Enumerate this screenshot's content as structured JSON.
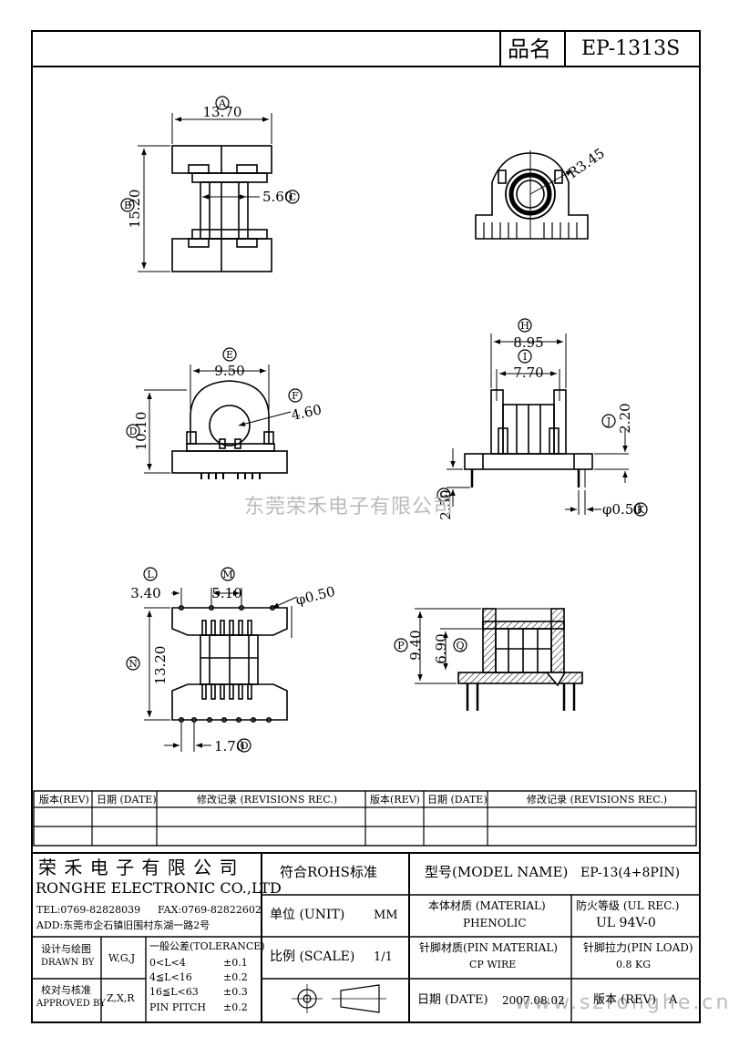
{
  "header": {
    "name_label": "品名",
    "part_number": "EP-1313S"
  },
  "dims": {
    "A": {
      "letter": "A",
      "value": "13.70"
    },
    "B": {
      "letter": "B",
      "value": "15.20"
    },
    "C": {
      "letter": "C",
      "value": "5.60"
    },
    "R": {
      "value": "R3.45"
    },
    "D": {
      "letter": "D",
      "value": "10.10"
    },
    "E": {
      "letter": "E",
      "value": "9.50"
    },
    "F": {
      "letter": "F",
      "value": "4.60"
    },
    "H": {
      "letter": "H",
      "value": "8.95"
    },
    "I": {
      "letter": "I",
      "value": "7.70"
    },
    "J": {
      "letter": "J",
      "value": "2.20"
    },
    "G": {
      "letter": "G",
      "value": "2.50"
    },
    "K": {
      "letter": "K",
      "value": "φ0.50"
    },
    "L": {
      "letter": "L",
      "value": "3.40"
    },
    "M": {
      "letter": "M",
      "value": "5.10"
    },
    "pin": {
      "value": "φ0.50"
    },
    "N": {
      "letter": "N",
      "value": "13.20"
    },
    "O": {
      "letter": "O",
      "value": "1.70"
    },
    "P": {
      "letter": "P",
      "value": "9.40"
    },
    "Q": {
      "letter": "Q",
      "value": "6.90"
    }
  },
  "watermark": {
    "company": "东莞荣禾电子有限公司",
    "url": "www.szronghe.cn"
  },
  "revisions": {
    "rev": "版本(REV)",
    "date": "日期 (DATE)",
    "rec": "修改记录 (REVISIONS REC.)"
  },
  "company": {
    "cn": "荣 禾 电 子 有 限 公 司",
    "en": "RONGHE ELECTRONIC CO.,LTD",
    "tel": "TEL:0769-82828039",
    "fax": "FAX:0769-82822602",
    "add": "ADD:东莞市企石镇旧围村东湖一路2号"
  },
  "drawn": {
    "label1": "设计与绘图",
    "label2": "DRAWN BY",
    "value": "W,G,J"
  },
  "approved": {
    "label1": "校对与核准",
    "label2": "APPROVED BY",
    "value": "Z,X,R"
  },
  "tolerance": {
    "title": "一般公差(TOLERANCE)",
    "rows": [
      {
        "range": "0<L<4",
        "tol": "±0.1"
      },
      {
        "range": "4≦L<16",
        "tol": "±0.2"
      },
      {
        "range": "16≦L<63",
        "tol": "±0.3"
      },
      {
        "range": "PIN PITCH",
        "tol": "±0.2"
      }
    ]
  },
  "rohs": "符合ROHS标准",
  "unit": {
    "label": "单位 (UNIT)",
    "value": "MM"
  },
  "scale": {
    "label": "比例 (SCALE)",
    "value": "1/1"
  },
  "model": {
    "label": "型号(MODEL NAME)",
    "value": "EP-13(4+8PIN)"
  },
  "material": {
    "label": "本体材质 (MATERIAL)",
    "value": "PHENOLIC"
  },
  "fire": {
    "label": "防火等级 (UL REC.)",
    "value": "UL 94V-0"
  },
  "pin_material": {
    "label": "针脚材质(PIN MATERIAL)",
    "value": "CP WIRE"
  },
  "pin_load": {
    "label": "针脚拉力(PIN LOAD)",
    "value": "0.8 KG"
  },
  "date": {
    "label": "日期 (DATE)",
    "value": "2007.08.02"
  },
  "version": {
    "label": "版本 (REV)",
    "value": "A"
  }
}
